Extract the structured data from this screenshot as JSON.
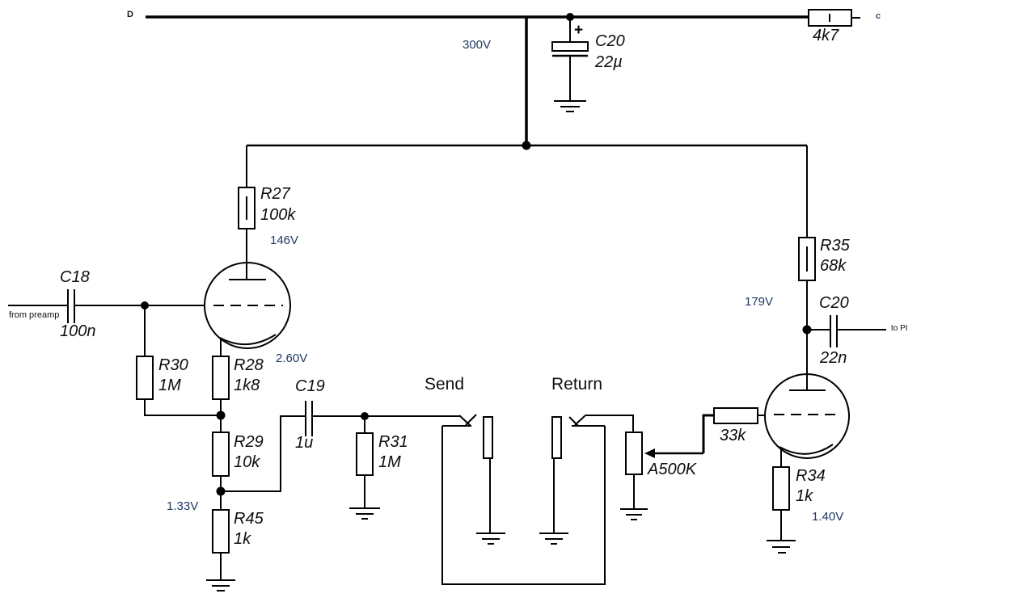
{
  "terminals": {
    "left": "D",
    "right": "c"
  },
  "io": {
    "input": "from preamp",
    "output": "to PI"
  },
  "jacks": {
    "send": "Send",
    "return": "Return"
  },
  "voltages": {
    "supply": "300V",
    "left_plate": "146V",
    "left_cathode": "2.60V",
    "divider_node": "1.33V",
    "right_plate": "179V",
    "right_cathode": "1.40V"
  },
  "components": {
    "c20_filter": {
      "ref": "C20",
      "value": "22µ",
      "polarity": "+"
    },
    "r_4k7": {
      "value": "4k7"
    },
    "r27": {
      "ref": "R27",
      "value": "100k"
    },
    "c18": {
      "ref": "C18",
      "value": "100n"
    },
    "r30": {
      "ref": "R30",
      "value": "1M"
    },
    "r28": {
      "ref": "R28",
      "value": "1k8"
    },
    "r29": {
      "ref": "R29",
      "value": "10k"
    },
    "r45": {
      "ref": "R45",
      "value": "1k"
    },
    "c19": {
      "ref": "C19",
      "value": "1u"
    },
    "r31": {
      "ref": "R31",
      "value": "1M"
    },
    "pot": {
      "value": "A500K"
    },
    "r_33k": {
      "value": "33k"
    },
    "r35": {
      "ref": "R35",
      "value": "68k"
    },
    "c20_coupling": {
      "ref": "C20",
      "value": "22n"
    },
    "r34": {
      "ref": "R34",
      "value": "1k"
    }
  },
  "colors": {
    "wire": "#000000",
    "voltage_text": "#1f3864",
    "background": "#ffffff"
  }
}
